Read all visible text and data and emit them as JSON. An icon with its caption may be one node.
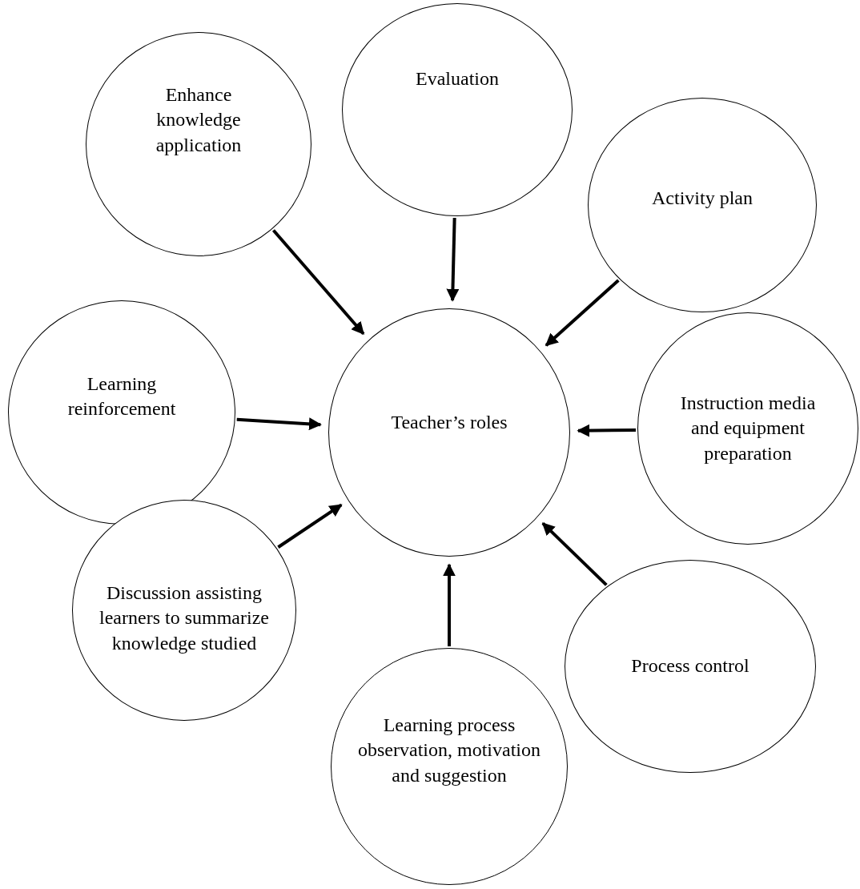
{
  "diagram": {
    "nodes": [
      {
        "text": [
          "Enhance knowledge application"
        ]
      },
      {
        "text": [
          "Evaluation"
        ]
      },
      {
        "text": [
          "Activity plan"
        ]
      },
      {
        "text": [
          "Learning reinforcement"
        ]
      },
      {
        "text": [
          "Teacher’s roles"
        ]
      },
      {
        "text": [
          "Instruction media and equipment preparation"
        ]
      },
      {
        "text": [
          "Discussion assisting learners to summarize knowledge studied"
        ]
      },
      {
        "text": [
          "Process control"
        ]
      },
      {
        "text": [
          "Learning process observation, motivation and suggestion"
        ]
      }
    ],
    "edges": [
      {
        "from": 0,
        "to": 4,
        "arrow": "to"
      },
      {
        "from": 1,
        "to": 4,
        "arrow": "to"
      },
      {
        "from": 2,
        "to": 4,
        "arrow": "to"
      },
      {
        "from": 3,
        "to": 4,
        "arrow": "to"
      },
      {
        "from": 5,
        "to": 4,
        "arrow": "to"
      },
      {
        "from": 6,
        "to": 4,
        "arrow": "to"
      },
      {
        "from": 8,
        "to": 4,
        "arrow": "to"
      },
      {
        "from": 7,
        "to": 4,
        "arrow": "to"
      }
    ]
  }
}
